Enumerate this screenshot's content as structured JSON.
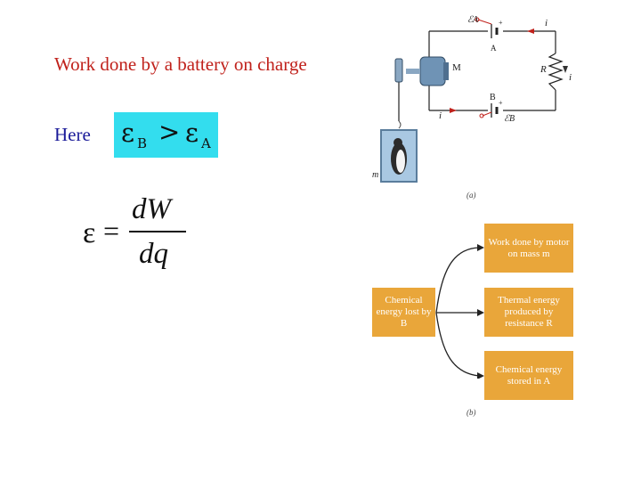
{
  "slide": {
    "title": "Work done by a battery on charge",
    "here_label": "Here",
    "inequality": {
      "left_symbol": "ε",
      "left_sub": "B",
      "operator": ">",
      "right_symbol": "ε",
      "right_sub": "A"
    },
    "formula": {
      "lhs": "ε",
      "equals": "=",
      "numerator": "dW",
      "denominator": "dq"
    }
  },
  "circuit": {
    "label_emf_a": "ℰA",
    "label_a": "A",
    "label_emf_b": "ℰB",
    "label_b": "B",
    "label_motor": "M",
    "label_resistor": "R",
    "label_current_top": "i",
    "label_current_right": "i",
    "label_current_bottom": "i",
    "label_mass": "m",
    "caption": "(a)"
  },
  "energy_flow": {
    "source": "Chemical energy lost by B",
    "targets": [
      "Work done by motor on mass m",
      "Thermal energy produced by resistance R",
      "Chemical energy stored in A"
    ],
    "caption": "(b)"
  },
  "colors": {
    "title": "#c0211b",
    "here": "#1a1a99",
    "highlight": "#33ddee",
    "box": "#e9a63a"
  }
}
